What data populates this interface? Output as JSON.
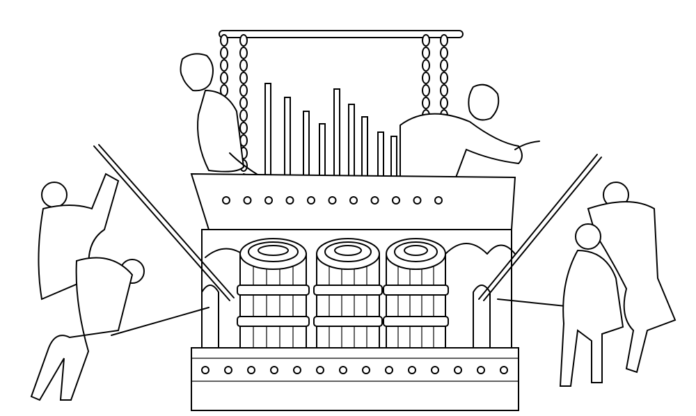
{
  "colors": {
    "ink": "#000000",
    "paper": "#ffffff"
  },
  "figure": {
    "pipe_count": 10,
    "barrel_count": 3,
    "figure_count": 6
  }
}
